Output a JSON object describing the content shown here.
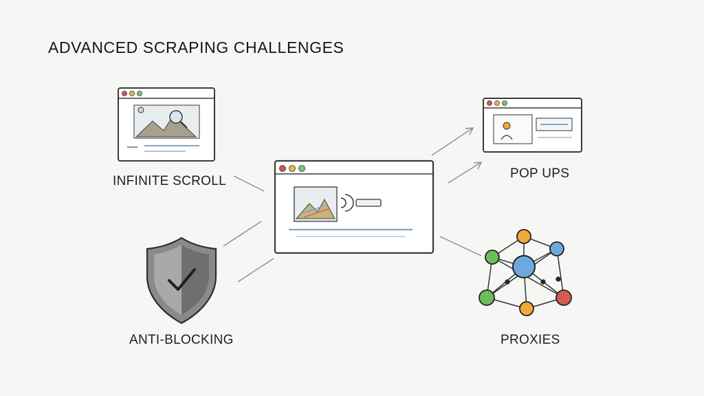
{
  "title": "ADVANCED SCRAPING CHALLENGES",
  "labels": {
    "infinite_scroll": "INFINITE SCROLL",
    "pop_ups": "POP UPS",
    "anti_blocking": "ANTI-BLOCKING",
    "proxies": "PROXIES"
  },
  "colors": {
    "background": "#f6f6f4",
    "ink": "#3a3a3a",
    "window_dot_red": "#d9534f",
    "window_dot_yellow": "#e7b54a",
    "window_dot_green": "#7cc27a",
    "shield": "#8a8a8a",
    "node_blue": "#6fa8dc",
    "node_orange": "#f0a93b",
    "node_green": "#6bbf59",
    "node_red": "#d65a4f"
  },
  "icons": [
    "browser-window-icon",
    "shield-check-icon",
    "network-graph-icon",
    "arrow-icon"
  ]
}
